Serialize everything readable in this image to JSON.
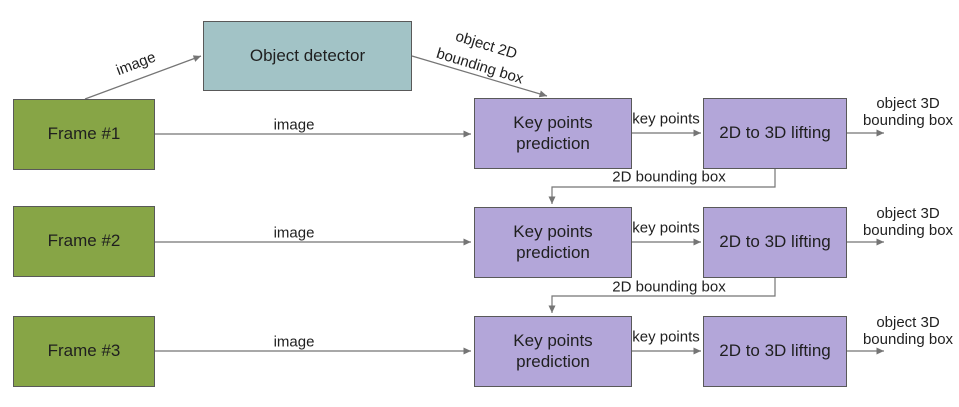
{
  "colors": {
    "frame_fill": "#87a546",
    "detector_fill": "#a2c3c6",
    "process_fill": "#b3a6d9",
    "box_border": "#595959",
    "arrow": "#757575",
    "box_text": "#1f1f1f",
    "label_text": "#1f1f1f",
    "background": "#ffffff"
  },
  "detector": {
    "label": "Object detector",
    "input_label": "image",
    "output_label_line1": "object 2D",
    "output_label_line2": "bounding box"
  },
  "rows": [
    {
      "frame_label": "Frame #1",
      "image_label": "image",
      "keypoints_label": "Key points prediction",
      "keypoints_output_label": "key points",
      "lifting_label": "2D to 3D lifting",
      "output_label_line1": "object 3D",
      "output_label_line2": "bounding box"
    },
    {
      "frame_label": "Frame #2",
      "image_label": "image",
      "keypoints_label": "Key points prediction",
      "keypoints_output_label": "key points",
      "lifting_label": "2D to 3D lifting",
      "output_label_line1": "object 3D",
      "output_label_line2": "bounding box"
    },
    {
      "frame_label": "Frame #3",
      "image_label": "image",
      "keypoints_label": "Key points prediction",
      "keypoints_output_label": "key points",
      "lifting_label": "2D to 3D lifting",
      "output_label_line1": "object 3D",
      "output_label_line2": "bounding box"
    }
  ],
  "connectors": [
    {
      "label": "2D bounding box"
    },
    {
      "label": "2D bounding box"
    }
  ]
}
